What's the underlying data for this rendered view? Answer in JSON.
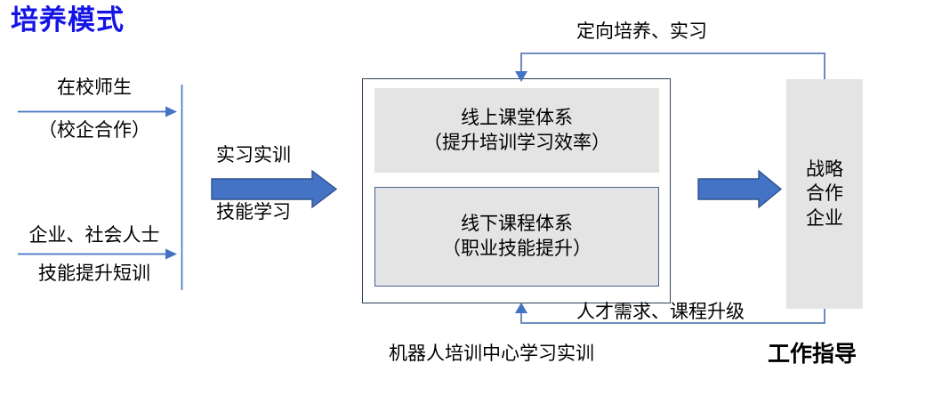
{
  "title": "培养模式",
  "colors": {
    "title": "#1414E6",
    "block_arrow_fill": "#4472C4",
    "block_arrow_stroke": "#2F528F",
    "thin_arrow": "#4472C4",
    "connector_line": "#5B7FB5",
    "main_box_border": "#2E4257",
    "inner_box_fill": "#E4E4E4",
    "offline_box_border": "#47618C",
    "divider_line": "#4472C4"
  },
  "left_column": {
    "group_a": {
      "line1": "在校师生",
      "line2": "（校企合作）"
    },
    "group_b": {
      "line1": "企业、社会人士",
      "line2": "技能提升短训"
    }
  },
  "middle_arrow": {
    "label_top": "实习实训",
    "label_bottom": "技能学习"
  },
  "main_box": {
    "online": {
      "line1": "线上课堂体系",
      "line2": "（提升培训学习效率）"
    },
    "offline": {
      "line1": "线下课程体系",
      "line2": "（职业技能提升）"
    }
  },
  "partner_box": {
    "line1": "战略",
    "line2": "合作",
    "line3": "企业"
  },
  "connectors": {
    "top_label": "定向培养、实习",
    "bottom_label": "人才需求、课程升级"
  },
  "captions": {
    "center": "机器人培训中心学习实训",
    "right": "工作指导"
  }
}
